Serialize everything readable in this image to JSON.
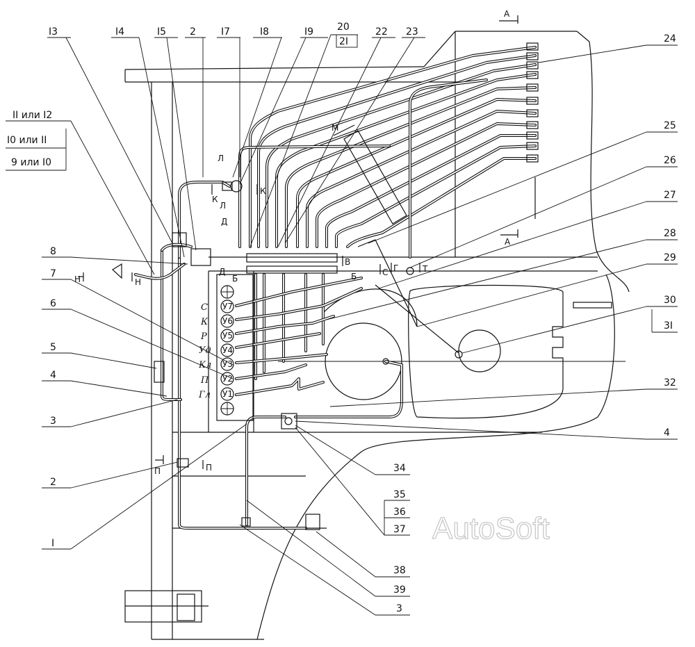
{
  "callouts": {
    "top": [
      "I3",
      "I4",
      "I5",
      "2",
      "I7",
      "I8",
      "I9",
      "20",
      "2I",
      "22",
      "23"
    ],
    "left": [
      "II или I2",
      "I0 или II",
      "9 или I0",
      "8",
      "7",
      "6",
      "5",
      "4",
      "3",
      "2",
      "I"
    ],
    "right": [
      "24",
      "25",
      "26",
      "27",
      "28",
      "29",
      "30",
      "3I",
      "32",
      "4"
    ],
    "bottom": [
      "34",
      "35",
      "36",
      "37",
      "38",
      "39",
      "3"
    ]
  },
  "gauges": {
    "labels": [
      "С",
      "К",
      "Р",
      "Уд",
      "Кл",
      "П",
      "Гл"
    ],
    "codes": [
      "У7",
      "У6",
      "У5",
      "У4",
      "У3",
      "У2",
      "У1"
    ]
  },
  "section_marks": [
    "А",
    "А",
    "М",
    "Н",
    "Н",
    "Л",
    "Л",
    "К",
    "К",
    "Д",
    "Д",
    "Б",
    "Б",
    "В",
    "С",
    "Г",
    "Т",
    "П",
    "П"
  ],
  "watermark": "AutoSoft"
}
